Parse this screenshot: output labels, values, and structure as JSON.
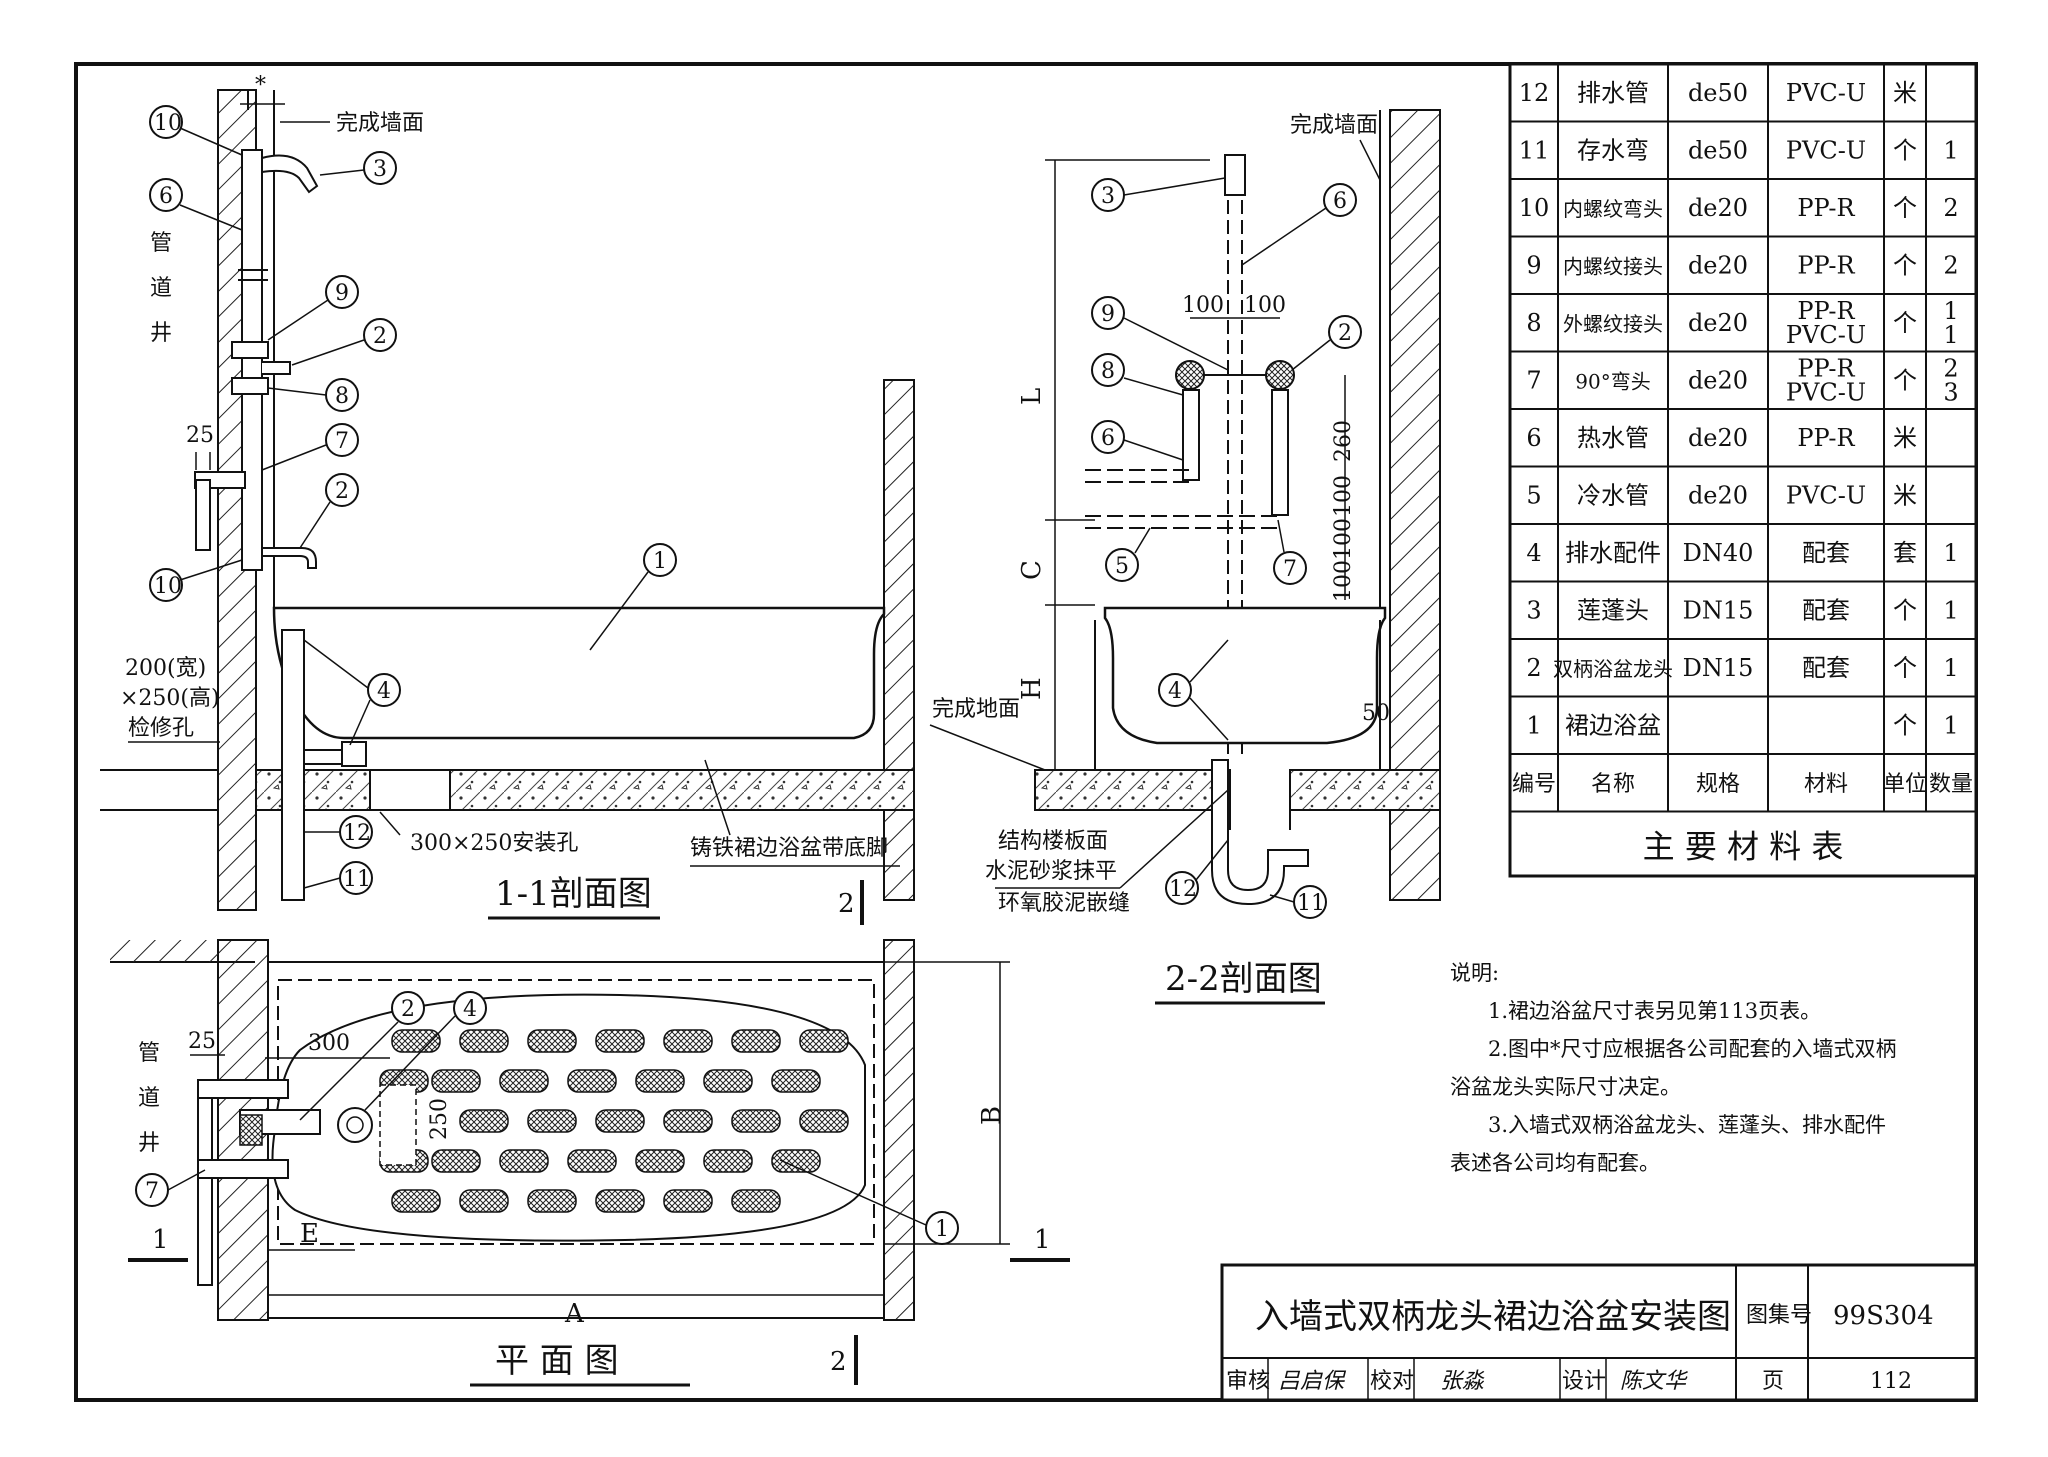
{
  "drawing_title": "入墙式双柄龙头裙边浴盆安装图",
  "atlas_label": "图集号",
  "atlas_no": "99S304",
  "page_label": "页",
  "page_no": "112",
  "signoff": {
    "review_label": "审核",
    "review_sig": "吕启保",
    "check_label": "校对",
    "check_sig": "张淼",
    "design_label": "设计",
    "design_sig": "陈文华"
  },
  "materials_table": {
    "caption": "主 要 材 料 表",
    "headers": [
      "编号",
      "名称",
      "规格",
      "材料",
      "单位",
      "数量"
    ],
    "rows": [
      {
        "no": "12",
        "name": "排水管",
        "spec": "de50",
        "material": "PVC-U",
        "unit": "米",
        "qty": ""
      },
      {
        "no": "11",
        "name": "存水弯",
        "spec": "de50",
        "material": "PVC-U",
        "unit": "个",
        "qty": "1"
      },
      {
        "no": "10",
        "name": "内螺纹弯头",
        "spec": "de20",
        "material": "PP-R",
        "unit": "个",
        "qty": "2"
      },
      {
        "no": "9",
        "name": "内螺纹接头",
        "spec": "de20",
        "material": "PP-R",
        "unit": "个",
        "qty": "2"
      },
      {
        "no": "8",
        "name": "外螺纹接头",
        "spec": "de20",
        "material": "PP-R\nPVC-U",
        "unit": "个",
        "qty": "1\n1"
      },
      {
        "no": "7",
        "name": "90°弯头",
        "spec": "de20",
        "material": "PP-R\nPVC-U",
        "unit": "个",
        "qty": "2\n3"
      },
      {
        "no": "6",
        "name": "热水管",
        "spec": "de20",
        "material": "PP-R",
        "unit": "米",
        "qty": ""
      },
      {
        "no": "5",
        "name": "冷水管",
        "spec": "de20",
        "material": "PVC-U",
        "unit": "米",
        "qty": ""
      },
      {
        "no": "4",
        "name": "排水配件",
        "spec": "DN40",
        "material": "配套",
        "unit": "套",
        "qty": "1"
      },
      {
        "no": "3",
        "name": "莲蓬头",
        "spec": "DN15",
        "material": "配套",
        "unit": "个",
        "qty": "1"
      },
      {
        "no": "2",
        "name": "双柄浴盆龙头",
        "spec": "DN15",
        "material": "配套",
        "unit": "个",
        "qty": "1"
      },
      {
        "no": "1",
        "name": "裙边浴盆",
        "spec": "",
        "material": "",
        "unit": "个",
        "qty": "1"
      }
    ]
  },
  "notes": {
    "heading": "说明:",
    "items": [
      "1.裙边浴盆尺寸表另见第113页表。",
      "2.图中*尺寸应根据各公司配套的入墙式双柄",
      "浴盆龙头实际尺寸决定。",
      "3.入墙式双柄浴盆龙头、莲蓬头、排水配件",
      "表述各公司均有配套。"
    ]
  },
  "section_1_1": {
    "title": "1-1剖面图",
    "finished_wall": "完成墙面",
    "star": "*",
    "pipe_shaft": [
      "管",
      "道",
      "井"
    ],
    "dim_25": "25",
    "access_hole": [
      "200(宽)",
      "×250(高)",
      "检修孔"
    ],
    "install_hole": "300×250安装孔",
    "tub_base": "铸铁裙边浴盆带底脚",
    "cut_mark": "2"
  },
  "section_2_2": {
    "title": "2-2剖面图",
    "finished_wall": "完成墙面",
    "finished_floor": "完成地面",
    "dims": {
      "a": "100",
      "b": "100",
      "c": "260",
      "d": "100",
      "e": "100",
      "f": "100",
      "g": "50"
    },
    "letters": {
      "L": "L",
      "C": "C",
      "H": "H"
    },
    "floor_notes": [
      "结构楼板面",
      "水泥砂浆抹平",
      "环氧胶泥嵌缝"
    ]
  },
  "plan": {
    "title": "平 面 图",
    "pipe_shaft": [
      "管",
      "道",
      "井"
    ],
    "dim_25": "25",
    "dim_300": "300",
    "dim_250": "250",
    "letters": {
      "A": "A",
      "B": "B",
      "E": "E"
    },
    "cut_1": "1",
    "cut_2": "2"
  },
  "callouts": [
    "1",
    "2",
    "3",
    "4",
    "5",
    "6",
    "7",
    "8",
    "9",
    "10",
    "11",
    "12"
  ]
}
